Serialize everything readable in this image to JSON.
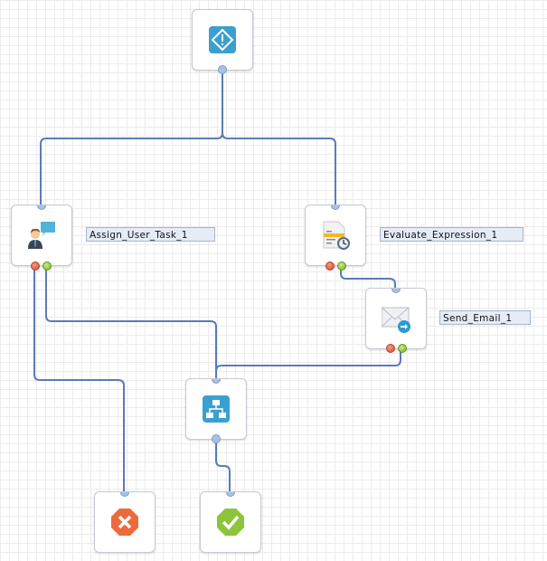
{
  "nodes": {
    "start": {
      "icon": "start-diamond-icon"
    },
    "assign_user_task": {
      "label": "Assign_User_Task_1",
      "icon": "user-task-icon"
    },
    "evaluate_expression": {
      "label": "Evaluate_Expression_1",
      "icon": "expression-document-icon"
    },
    "send_email": {
      "label": "Send_Email_1",
      "icon": "email-icon"
    },
    "gateway": {
      "icon": "parallel-gateway-icon"
    },
    "end_error": {
      "icon": "error-end-icon"
    },
    "end_success": {
      "icon": "success-end-icon"
    }
  },
  "colors": {
    "wire": "#5b7bb8",
    "error": "#d24a2a",
    "success": "#76b21e",
    "accent": "#3aa0cf"
  }
}
